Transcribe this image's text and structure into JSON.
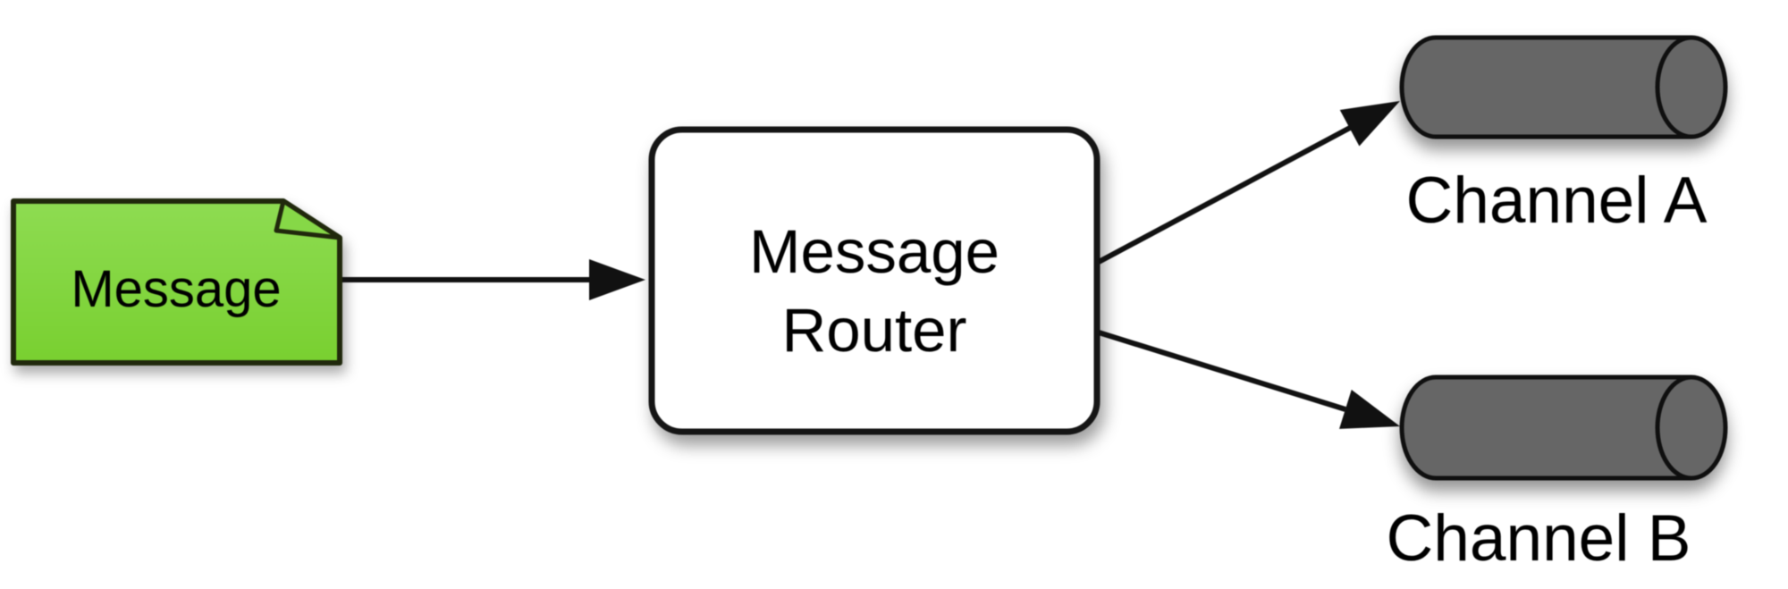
{
  "diagram": {
    "type": "message-routing-flow",
    "background": "#ffffff",
    "edge_color": "#111111",
    "nodes": {
      "message": {
        "label": "Message",
        "shape": "note",
        "fill_top": "#8edc52",
        "fill_bottom": "#79d030",
        "fold_fill": "#86d847",
        "stroke": "#20280c"
      },
      "router": {
        "label": "Message Router",
        "label_line1": "Message",
        "label_line2": "Router",
        "shape": "rounded-rect",
        "fill": "#ffffff",
        "stroke": "#151515"
      },
      "channel_a": {
        "label": "Channel A",
        "shape": "cylinder",
        "fill": "#666666",
        "stroke": "#0f0f0f"
      },
      "channel_b": {
        "label": "Channel B",
        "shape": "cylinder",
        "fill": "#666666",
        "stroke": "#0f0f0f"
      }
    },
    "edges": [
      {
        "from": "message",
        "to": "router",
        "style": "arrow"
      },
      {
        "from": "router",
        "to": "channel_a",
        "style": "arrow"
      },
      {
        "from": "router",
        "to": "channel_b",
        "style": "arrow"
      }
    ]
  }
}
